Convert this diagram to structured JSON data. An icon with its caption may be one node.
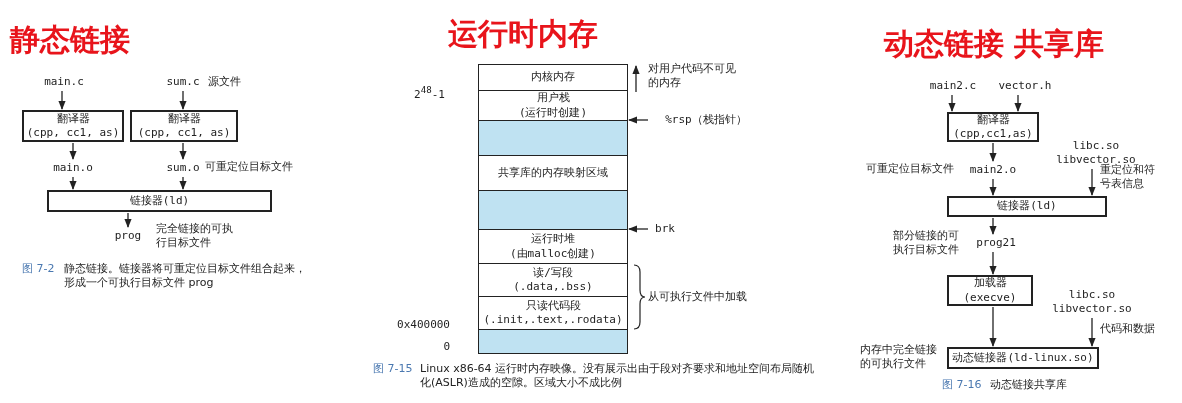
{
  "diagram": {
    "nodes": [
      {
        "text": [
          "main.c"
        ]
      },
      {
        "text": [
          "sum.c"
        ]
      },
      {
        "text": [
          "翻译器",
          "(cpp, cc1, as)"
        ]
      },
      {
        "text": [
          "翻译器",
          "(cpp, cc1, as)"
        ]
      },
      {
        "text": [
          "main.o"
        ]
      },
      {
        "text": [
          "sum.o"
        ]
      },
      {
        "text": [
          "链接器(ld)"
        ]
      },
      {
        "text": [
          "prog"
        ],
        "beside": [
          "完全链接的可执行目标文件"
        ]
      },
      {
        "text": [
          "内核内存"
        ]
      },
      {
        "text": [
          "用户栈",
          "(运行时创建)"
        ]
      },
      {
        "text": [],
        "shape": "box"
      },
      {
        "text": [
          "共享库的内存映射区域"
        ]
      },
      {
        "text": [],
        "shape": "box"
      },
      {
        "text": [
          "运行时堆",
          "(由malloc创建)"
        ]
      },
      {
        "text": [
          "读/写段",
          "(.data,.bss)"
        ]
      },
      {
        "text": [
          "只读代码段",
          "(.init,.text,.rodata)"
        ]
      },
      {
        "text": [],
        "shape": "box"
      },
      {
        "text": [
          "%rsp（栈指针）"
        ]
      },
      {
        "text": [
          "brk"
        ]
      },
      {
        "text": [
          "main2.c"
        ]
      },
      {
        "text": [
          "vector.h"
        ]
      },
      {
        "text": [
          "翻译器",
          "(cpp,cc1,as)"
        ]
      },
      {
        "text": [
          "libc.so libvector.so"
        ]
      },
      {
        "text": [
          "main2.o"
        ],
        "beside": [
          "可重定位目标文件"
        ]
      },
      {
        "text": [
          "链接器(ld)"
        ]
      },
      {
        "text": [
          "prog21"
        ],
        "beside": [
          "部分链接的可执行目标文件"
        ]
      },
      {
        "text": [
          "加载器",
          "(execve)"
        ]
      },
      {
        "text": [
          "libc.so libvector.so"
        ]
      },
      {
        "text": [
          "动态链接器(ld-linux.so)"
        ],
        "beside": [
          "内存中完全链接的可执行文件"
        ]
      }
    ],
    "edges": [
      {
        "from": 0,
        "to": 2,
        "arrow": "to"
      },
      {
        "from": 1,
        "to": 3,
        "arrow": "to"
      },
      {
        "from": 2,
        "to": 4,
        "arrow": "to"
      },
      {
        "from": 3,
        "to": 5,
        "arrow": "to"
      },
      {
        "from": 4,
        "to": 6,
        "arrow": "to"
      },
      {
        "from": 5,
        "to": 6,
        "arrow": "to"
      },
      {
        "from": 6,
        "to": 7,
        "arrow": "to"
      },
      {
        "from": 17,
        "to": 9,
        "arrow": "to"
      },
      {
        "from": 18,
        "to": 13,
        "arrow": "to"
      },
      {
        "from": 19,
        "to": 21,
        "arrow": "to"
      },
      {
        "from": 20,
        "to": 21,
        "arrow": "to"
      },
      {
        "from": 21,
        "to": 23,
        "arrow": "to"
      },
      {
        "from": 23,
        "to": 24,
        "arrow": "to"
      },
      {
        "from": 22,
        "to": 24,
        "arrow": "to",
        "label": "重定位和符号表信息"
      },
      {
        "from": 24,
        "to": 25,
        "arrow": "to"
      },
      {
        "from": 25,
        "to": 26,
        "arrow": "to"
      },
      {
        "from": 26,
        "to": 28,
        "arrow": "to"
      },
      {
        "from": 27,
        "to": 28,
        "arrow": "to",
        "label": "代码和数据"
      }
    ],
    "labels": [
      "静态链接",
      "源文件",
      "可重定位目标文件",
      "图 7-2",
      "静态链接。链接器将可重定位目标文件组合起来，形成一个可执行目标文件 prog",
      "运行时内存",
      "对用户代码不可见的内存",
      "2$^{48}$-1",
      "从可执行文件中加载",
      "0x400000",
      "0",
      "图 7-15",
      "Linux x86-64 运行时内存映像。没有展示出由于段对齐要求和地址空间布局随机化(ASLR)造成的空隙。区域大小不成比例",
      "动态链接 共享库",
      "图 7-16",
      "动态链接共享库"
    ]
  }
}
